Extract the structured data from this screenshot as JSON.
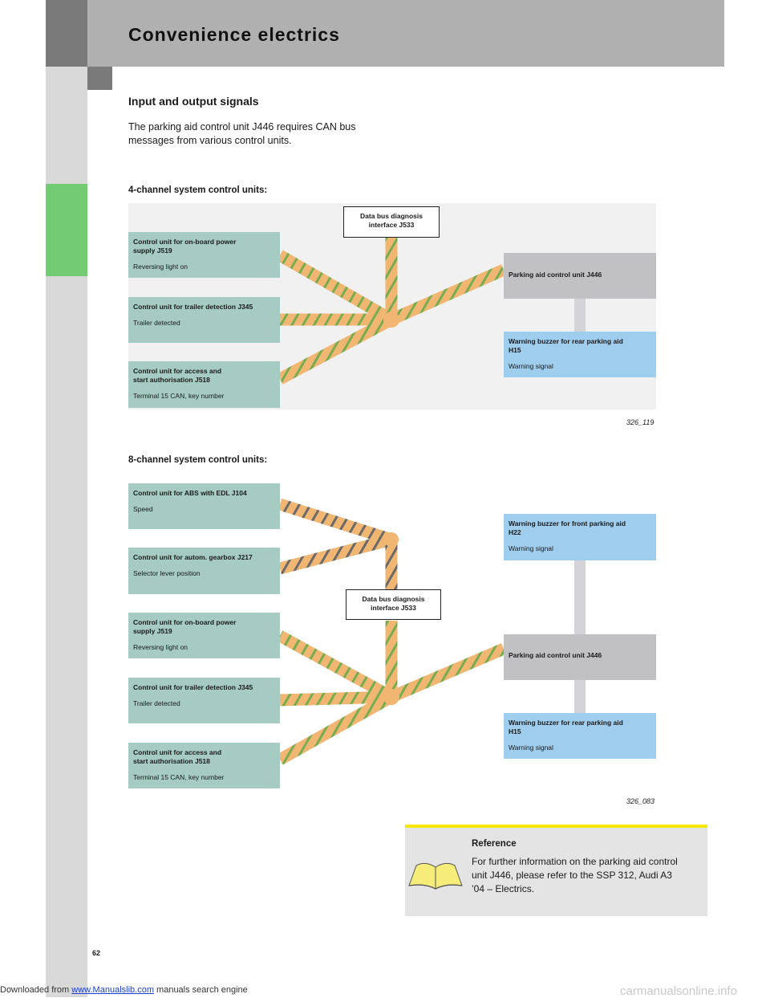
{
  "header": {
    "title": "Convenience electrics"
  },
  "section": {
    "heading": "Input and output signals",
    "intro": "The parking aid control unit J446 requires CAN bus messages from various control units."
  },
  "diagram1": {
    "subheading": "4-channel system control units:",
    "figure_number": "326_119",
    "diag_interface": {
      "line1": "Data bus diagnosis",
      "line2": "interface J533"
    },
    "inputs": [
      {
        "title_line1": "Control unit for on-board power",
        "title_line2": "supply J519",
        "signal": "Reversing light on"
      },
      {
        "title_line1": "Control unit for trailer detection J345",
        "title_line2": "",
        "signal": "Trailer detected"
      },
      {
        "title_line1": "Control unit for access and",
        "title_line2": "start authorisation J518",
        "signal": "Terminal 15 CAN, key number"
      }
    ],
    "parking_aid": {
      "title": "Parking aid control unit J446"
    },
    "rear_buzzer": {
      "title_line1": "Warning buzzer for rear parking aid",
      "title_line2": "H15",
      "signal": "Warning signal"
    }
  },
  "diagram2": {
    "subheading": "8-channel system control units:",
    "figure_number": "326_083",
    "diag_interface": {
      "line1": "Data bus diagnosis",
      "line2": "interface J533"
    },
    "inputs": [
      {
        "title_line1": "Control unit for ABS with EDL J104",
        "title_line2": "",
        "signal": "Speed"
      },
      {
        "title_line1": "Control unit for autom. gearbox J217",
        "title_line2": "",
        "signal": "Selector lever position"
      },
      {
        "title_line1": "Control unit for on-board power",
        "title_line2": "supply J519",
        "signal": "Reversing light on"
      },
      {
        "title_line1": "Control unit for trailer detection J345",
        "title_line2": "",
        "signal": "Trailer detected"
      },
      {
        "title_line1": "Control unit for access and",
        "title_line2": "start authorisation J518",
        "signal": "Terminal 15 CAN, key number"
      }
    ],
    "front_buzzer": {
      "title_line1": "Warning buzzer for front parking aid",
      "title_line2": "H22",
      "signal": "Warning signal"
    },
    "parking_aid": {
      "title": "Parking aid control unit J446"
    },
    "rear_buzzer": {
      "title_line1": "Warning buzzer for rear parking aid",
      "title_line2": "H15",
      "signal": "Warning signal"
    }
  },
  "reference": {
    "title": "Reference",
    "text": "For further information on the parking aid control unit J446, please refer to the SSP 312, Audi A3 ’04 – Electrics.",
    "icon": "open-book-icon"
  },
  "page_number": "62",
  "footer": {
    "prefix": "Downloaded from ",
    "link": "www.Manualslib.com",
    "suffix": " manuals search engine",
    "watermark": "carmanualsonline.info"
  },
  "colors": {
    "comfort_can": "#f2b673",
    "drivetrain_can": "#f2b673",
    "stripe_comfort": "#76ad50",
    "stripe_drivetrain": "#6a6a6a",
    "input_box": "#a5cbc2",
    "output_box": "#9fcdee",
    "control_unit_box": "#c1c1c4",
    "section_marker": "#73cb73",
    "reference_bar": "#f6e600"
  }
}
